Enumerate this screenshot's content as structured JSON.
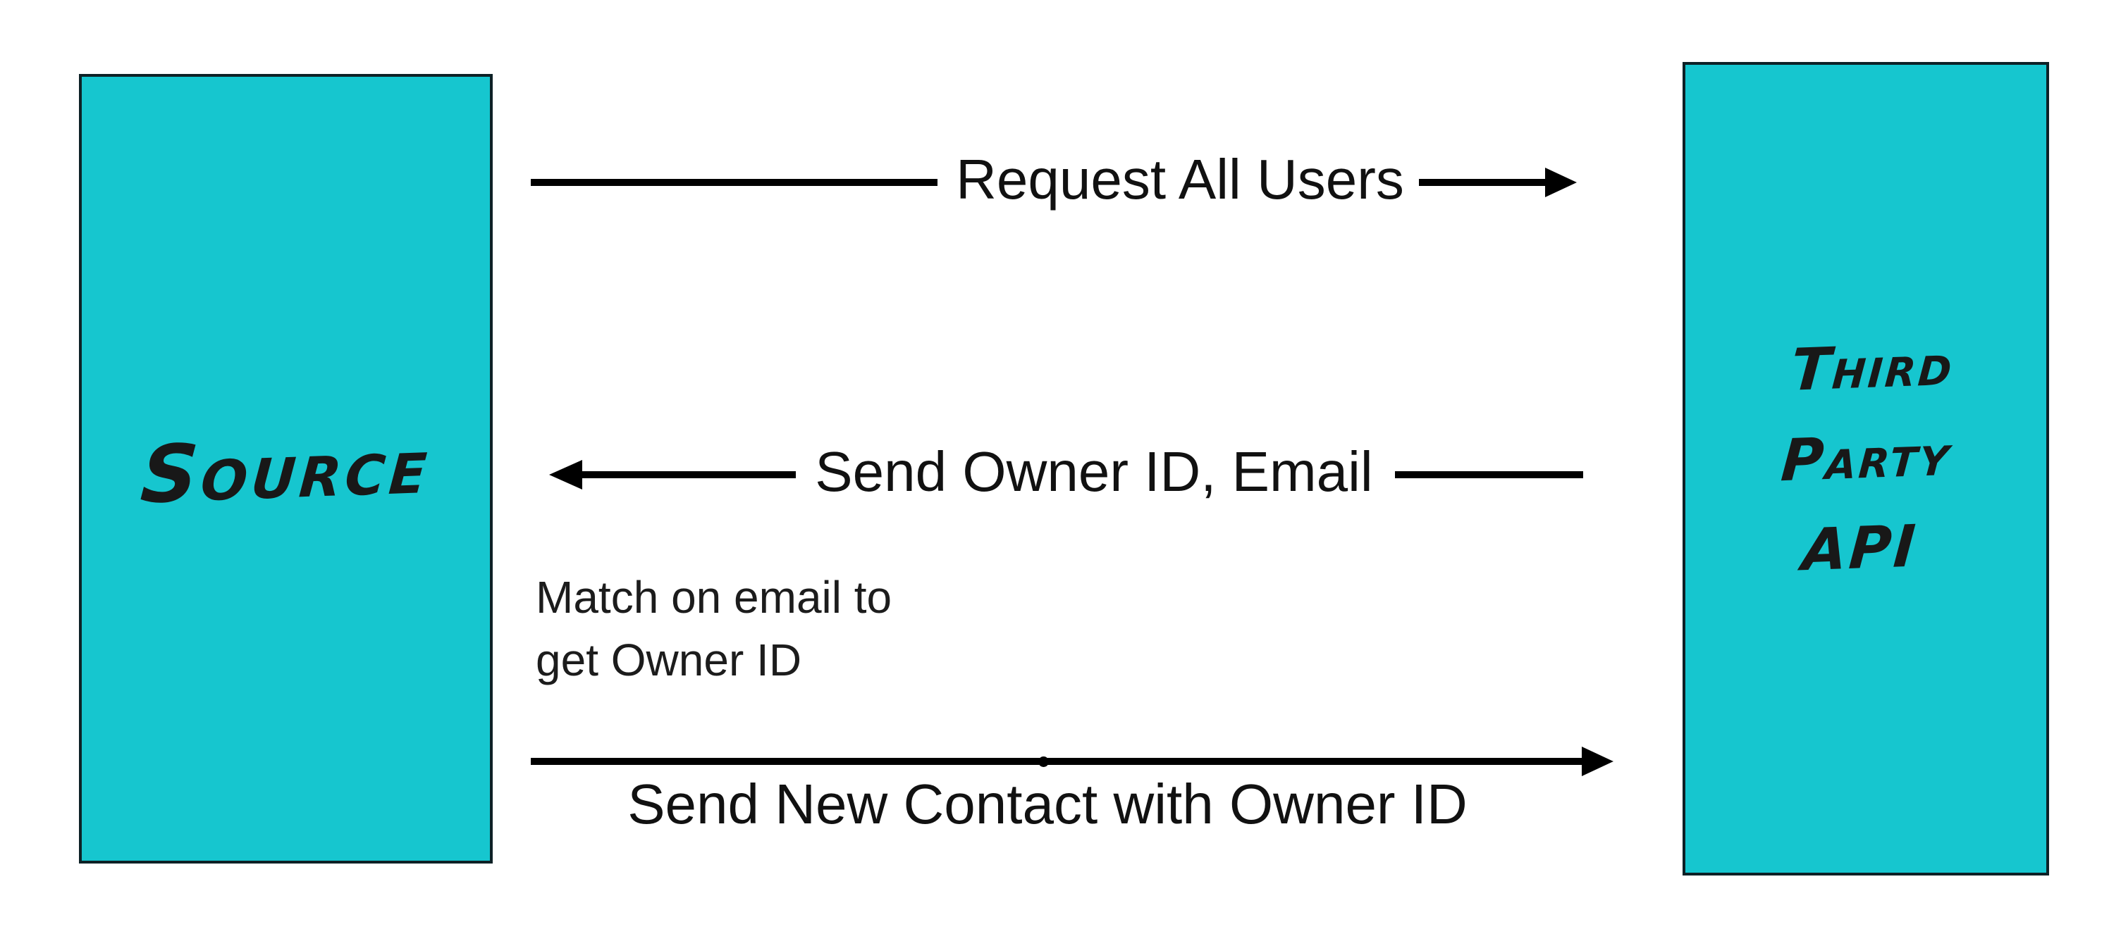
{
  "diagram": {
    "type": "sequence-diagram",
    "background_color": "#ffffff",
    "actor_fill_color": "#16c6cf",
    "actor_border_color": "#0d2126",
    "arrow_color": "#000000",
    "text_color": "#111111",
    "actors": {
      "source": {
        "label": "Source"
      },
      "third_party_api": {
        "lines": [
          "Third",
          "Party",
          "API"
        ]
      }
    },
    "messages": [
      {
        "label": "Request All Users",
        "from": "source",
        "to": "third_party_api",
        "direction": "right"
      },
      {
        "label": "Send Owner ID, Email",
        "from": "third_party_api",
        "to": "source",
        "direction": "left"
      },
      {
        "label": "Send New Contact with Owner ID",
        "from": "source",
        "to": "third_party_api",
        "direction": "right"
      }
    ],
    "note": {
      "line1": "Match on email to",
      "line2": "get Owner ID"
    }
  }
}
